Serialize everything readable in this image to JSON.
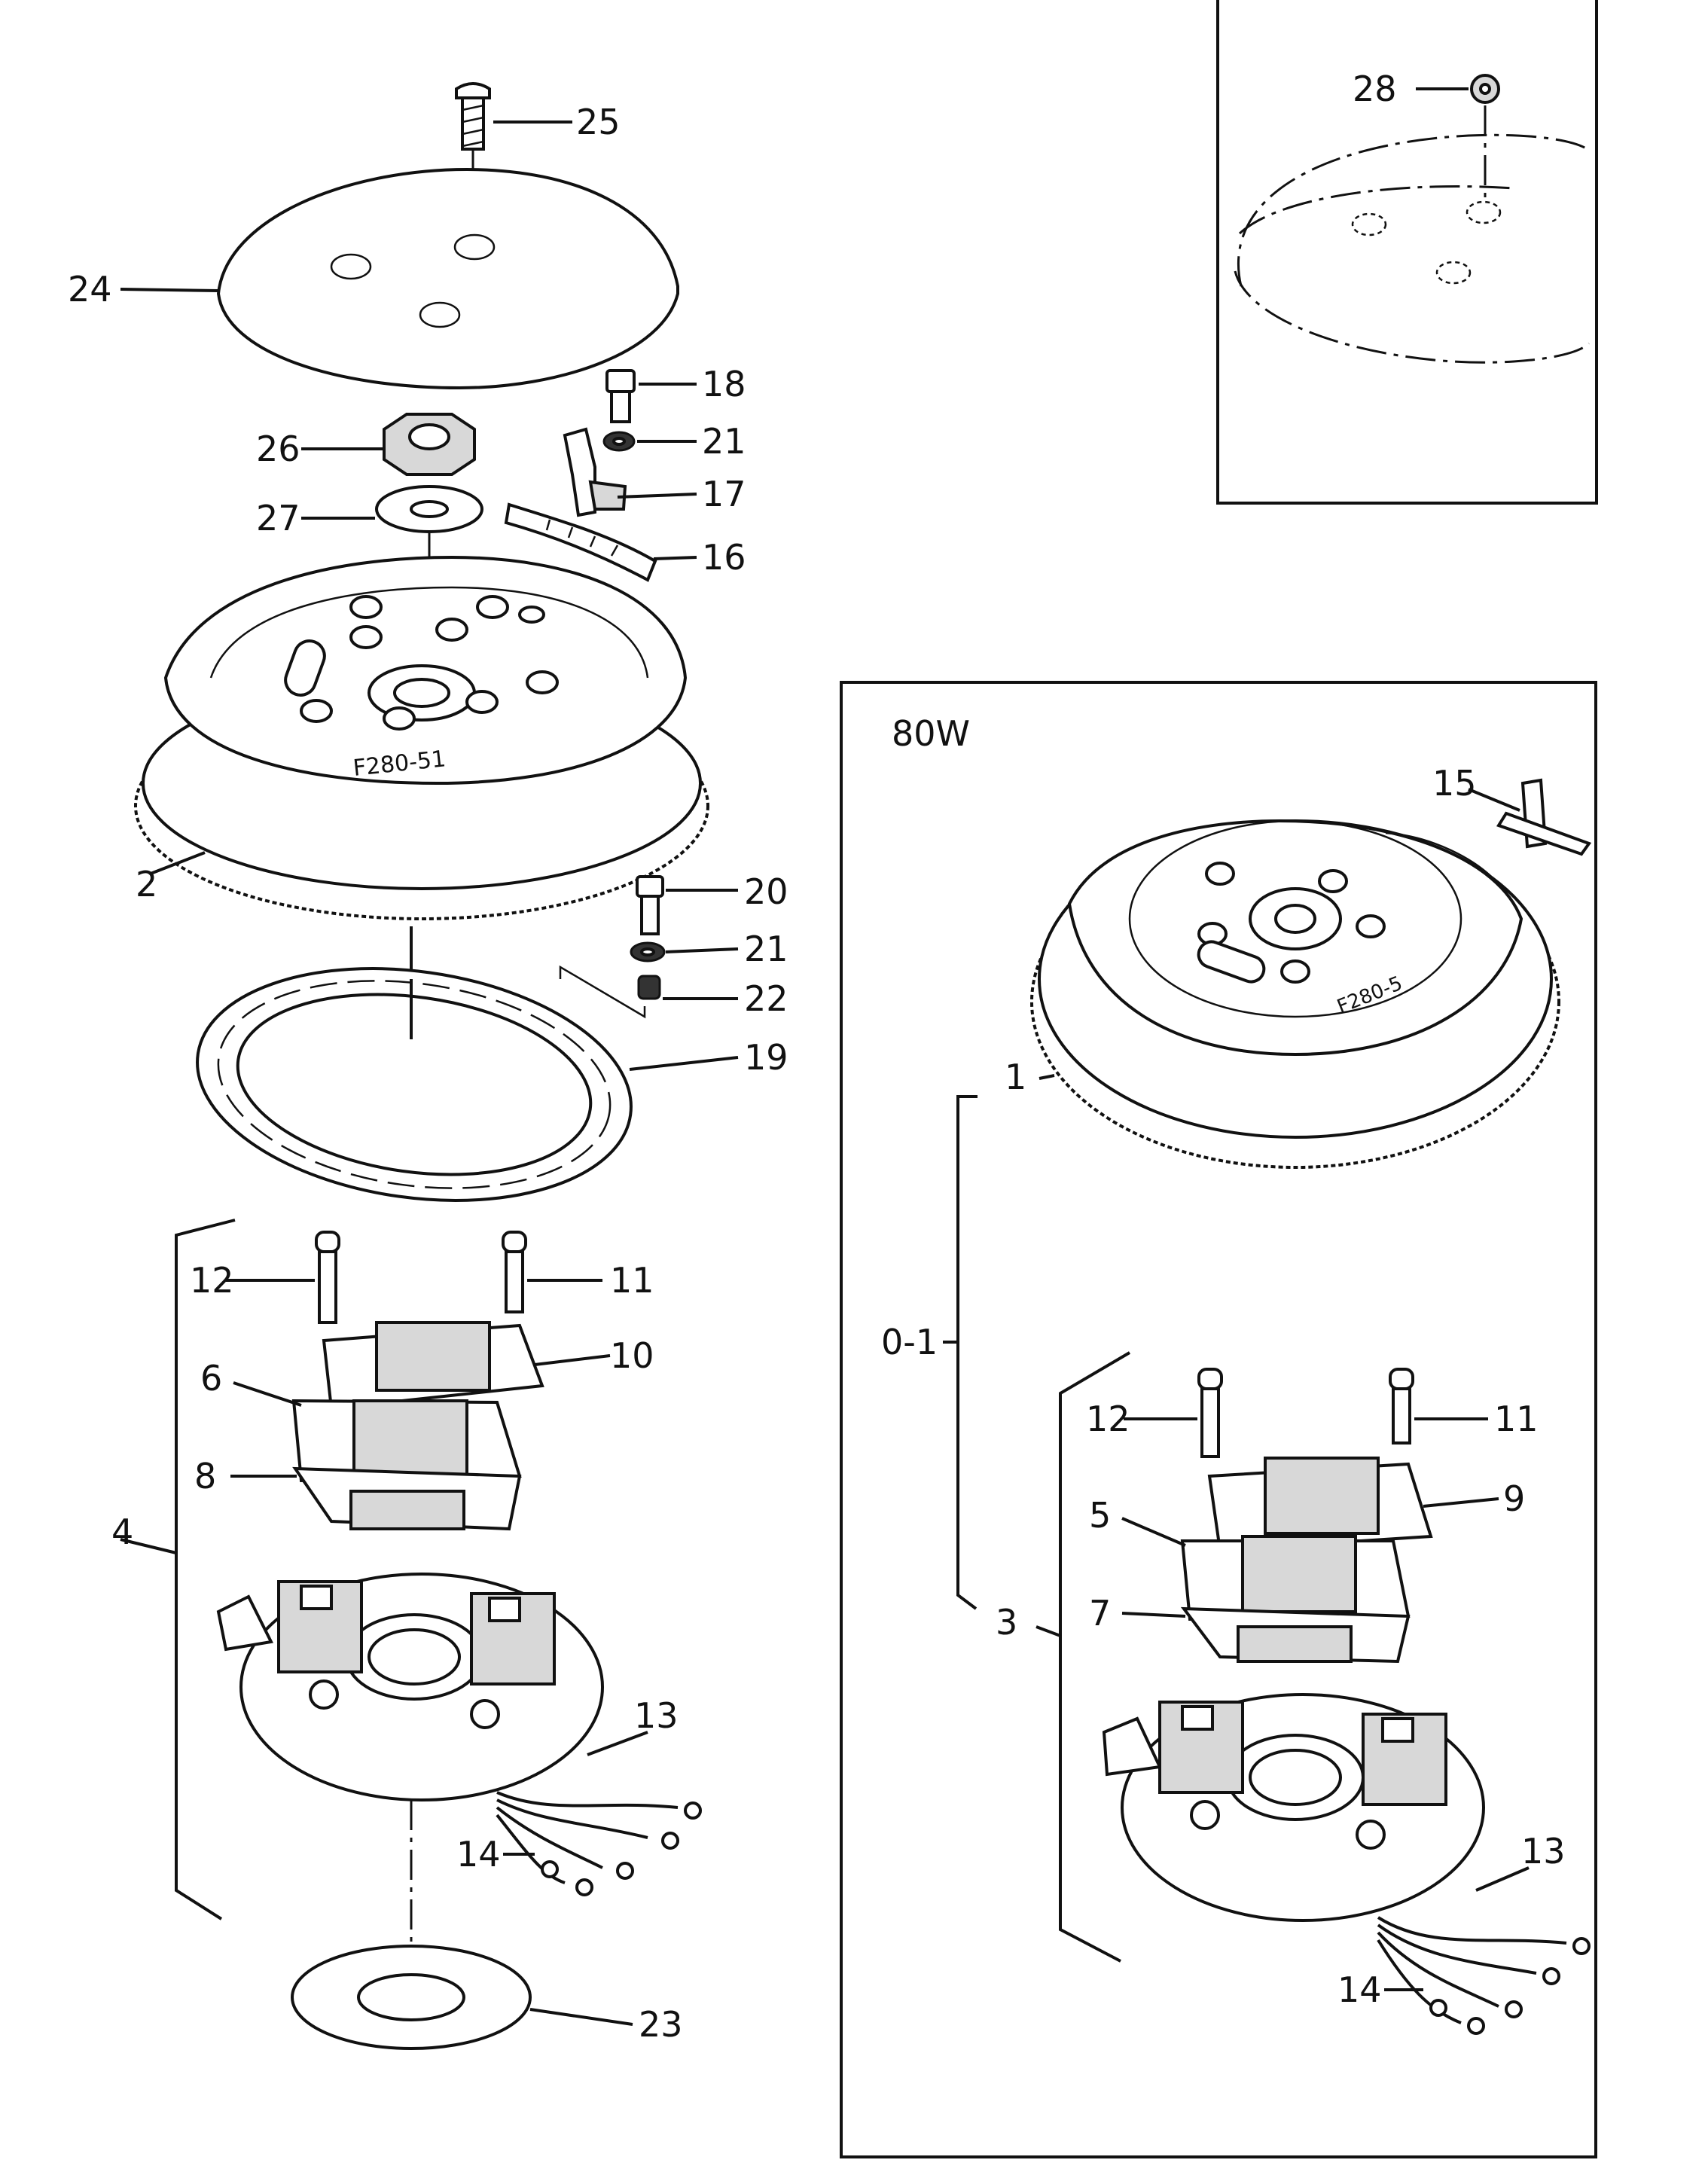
{
  "callouts_main": [
    {
      "key": "c25",
      "text": "25"
    },
    {
      "key": "c24",
      "text": "24"
    },
    {
      "key": "c18",
      "text": "18"
    },
    {
      "key": "c26",
      "text": "26"
    },
    {
      "key": "c21a",
      "text": "21"
    },
    {
      "key": "c17",
      "text": "17"
    },
    {
      "key": "c27",
      "text": "27"
    },
    {
      "key": "c16",
      "text": "16"
    },
    {
      "key": "c2",
      "text": "2"
    },
    {
      "key": "c20",
      "text": "20"
    },
    {
      "key": "c21b",
      "text": "21"
    },
    {
      "key": "c22",
      "text": "22"
    },
    {
      "key": "c19",
      "text": "19"
    },
    {
      "key": "c12a",
      "text": "12"
    },
    {
      "key": "c11a",
      "text": "11"
    },
    {
      "key": "c10",
      "text": "10"
    },
    {
      "key": "c6",
      "text": "6"
    },
    {
      "key": "c8",
      "text": "8"
    },
    {
      "key": "c4",
      "text": "4"
    },
    {
      "key": "c13a",
      "text": "13"
    },
    {
      "key": "c14a",
      "text": "14"
    },
    {
      "key": "c23",
      "text": "23"
    }
  ],
  "callouts_inset": [
    {
      "key": "c28",
      "text": "28"
    }
  ],
  "callouts_80w": [
    {
      "key": "c15",
      "text": "15"
    },
    {
      "key": "c1",
      "text": "1"
    },
    {
      "key": "c01",
      "text": "0-1"
    },
    {
      "key": "c12b",
      "text": "12"
    },
    {
      "key": "c11b",
      "text": "11"
    },
    {
      "key": "c9",
      "text": "9"
    },
    {
      "key": "c5",
      "text": "5"
    },
    {
      "key": "c7",
      "text": "7"
    },
    {
      "key": "c3",
      "text": "3"
    },
    {
      "key": "c13b",
      "text": "13"
    },
    {
      "key": "c14b",
      "text": "14"
    }
  ],
  "box_80w_title": "80W",
  "flywheel_marks": {
    "main": "F280-51",
    "alt": "F280-5"
  }
}
